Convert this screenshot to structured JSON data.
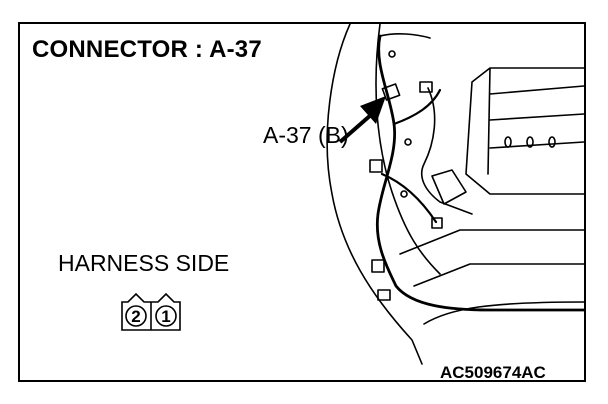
{
  "diagram": {
    "title": "CONNECTOR : A-37",
    "connector_callout": "A-37 (B)",
    "harness_side_label": "HARNESS SIDE",
    "figure_id": "AC509674AC",
    "connector_pins": [
      "2",
      "1"
    ],
    "line_color": "#000000",
    "background_color": "#ffffff"
  }
}
